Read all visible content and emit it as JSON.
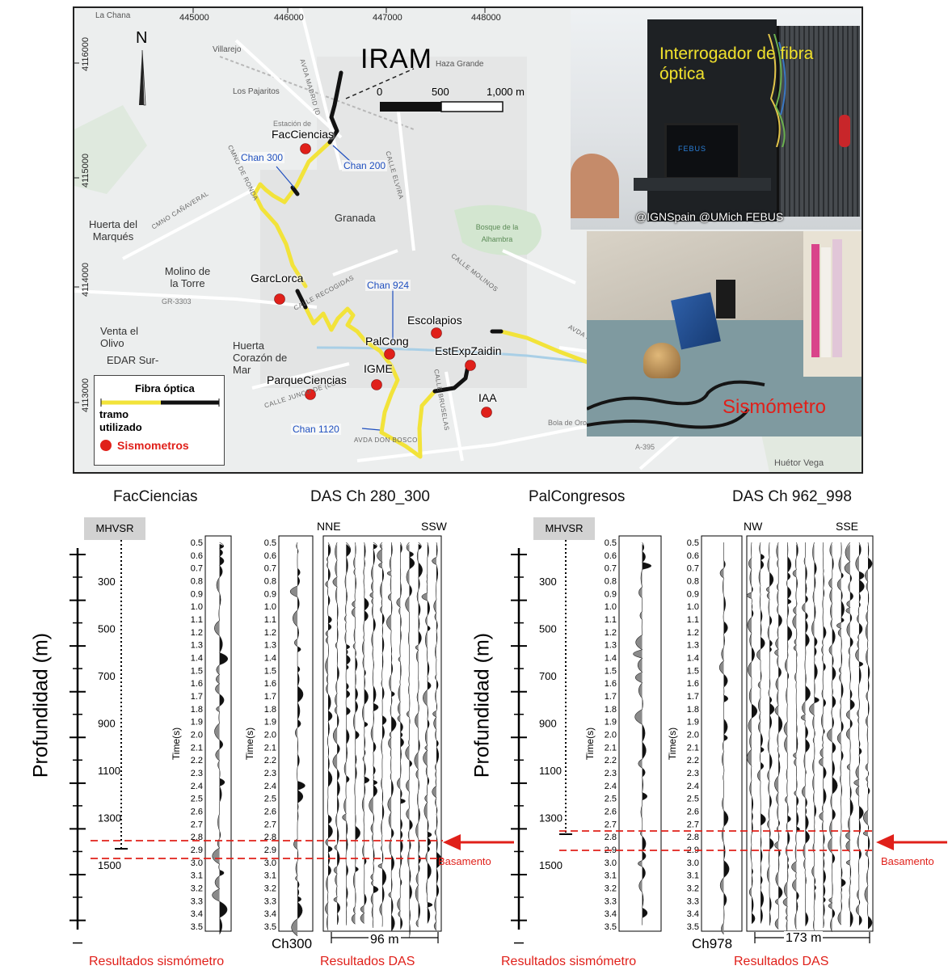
{
  "map": {
    "x_coords": [
      "445000",
      "446000",
      "447000",
      "448000"
    ],
    "y_coords": [
      "4116000",
      "4115000",
      "4114000",
      "4113000"
    ],
    "north_label": "N",
    "iram_label": "IRAM",
    "scalebar_labels": [
      "0",
      "500",
      "1,000 m"
    ],
    "places": {
      "la_chana": "La Chana",
      "haza_grande": "Haza Grande",
      "villarejo": "Villarejo",
      "los_pajaritos": "Los Pajaritos",
      "estacion": "Estación de",
      "granada": "Granada",
      "huerta_marques": "Huerta del Marqués",
      "molino_torre": "Molino de la Torre",
      "venta_olivo": "Venta el Olivo",
      "edar": "EDAR Sur-",
      "huerta_corazon": "Huerta Corazón de Mar",
      "bosque": "Bosque de la Alhambra",
      "bola_oro": "Bola de Oro",
      "huetor": "Huétor Vega",
      "gr3303": "GR-3303",
      "a395": "A-395"
    },
    "streets": {
      "avda_madrid": "AVDA MADRID (D",
      "calle_elvira": "CALLE ELVIRA",
      "cmno_canaveral": "CMNO CAÑAVERAL",
      "calle_recogidas": "CALLE RECOGIDAS",
      "calle_molinos": "CALLE MOLINOS",
      "calle_junco": "CALLE JUNCO DE (LOS)",
      "calle_bruselas": "CALLE BRUSELAS",
      "avda_bosco": "AVDA DON BOSCO",
      "avda_sa": "AVDA SA",
      "cmno_ronda": "CMNO DE RONDA"
    },
    "stations": {
      "faccienc": "FacCiencias",
      "garclorca": "GarcLorca",
      "escolapios": "Escolapios",
      "palcong": "PalCong",
      "estexp": "EstExpZaidin",
      "igme": "IGME",
      "parque": "ParqueCiencias",
      "iaa": "IAA"
    },
    "channels": {
      "c200": "Chan 200",
      "c300": "Chan 300",
      "c924": "Chan 924",
      "c1120": "Chan 1120"
    },
    "legend": {
      "title": "Fibra óptica",
      "tramo": "tramo",
      "utilizado": "utilizado",
      "sismometros": "Sismometros"
    },
    "photo_top": {
      "caption": "Interrogador de fibra óptica",
      "credit": "@IGNSpain  @UMich  FEBUS",
      "screen_text": "FEBUS"
    },
    "photo_bottom": {
      "caption": "Sismómetro"
    }
  },
  "charts": {
    "left": {
      "title_site": "FacCiencias",
      "title_das": "DAS Ch 280_300",
      "mhvsr": "MHVSR",
      "depth_axis_label": "Profundidad (m)",
      "depth_ticks": [
        "300",
        "500",
        "700",
        "900",
        "1100",
        "1300",
        "1500"
      ],
      "time_axis_label": "Time(s)",
      "dir_left": "NNE",
      "dir_right": "SSW",
      "channel_label": "Ch300",
      "distance_label": "96 m",
      "basamento": "Basamento",
      "caption_seis": "Resultados sismómetro",
      "caption_das": "Resultados DAS"
    },
    "right": {
      "title_site": "PalCongresos",
      "title_das": "DAS Ch 962_998",
      "mhvsr": "MHVSR",
      "depth_axis_label": "Profundidad (m)",
      "depth_ticks": [
        "300",
        "500",
        "700",
        "900",
        "1100",
        "1300",
        "1500"
      ],
      "time_axis_label": "Time(s)",
      "dir_left": "NW",
      "dir_right": "SSE",
      "channel_label": "Ch978",
      "distance_label": "173 m",
      "basamento": "Basamento",
      "caption_seis": "Resultados sismómetro",
      "caption_das": "Resultados DAS"
    },
    "time_ticks": [
      "0.5",
      "0.6",
      "0.7",
      "0.8",
      "0.9",
      "1.0",
      "1.1",
      "1.2",
      "1.3",
      "1.4",
      "1.5",
      "1.6",
      "1.7",
      "1.8",
      "1.9",
      "2.0",
      "2.1",
      "2.2",
      "2.3",
      "2.4",
      "2.5",
      "2.6",
      "2.7",
      "2.8",
      "2.9",
      "3.0",
      "3.1",
      "3.2",
      "3.3",
      "3.4",
      "3.5"
    ]
  },
  "colors": {
    "fiber_used": "#f2e33a",
    "fiber_black": "#111111",
    "sismometer": "#e0201a",
    "basamento": "#e0201a",
    "chan_label": "#1f4fbf",
    "trace_pos": "#111111",
    "trace_neg": "#8a8a8a",
    "mhvsr_box": "#d2d2d2"
  }
}
